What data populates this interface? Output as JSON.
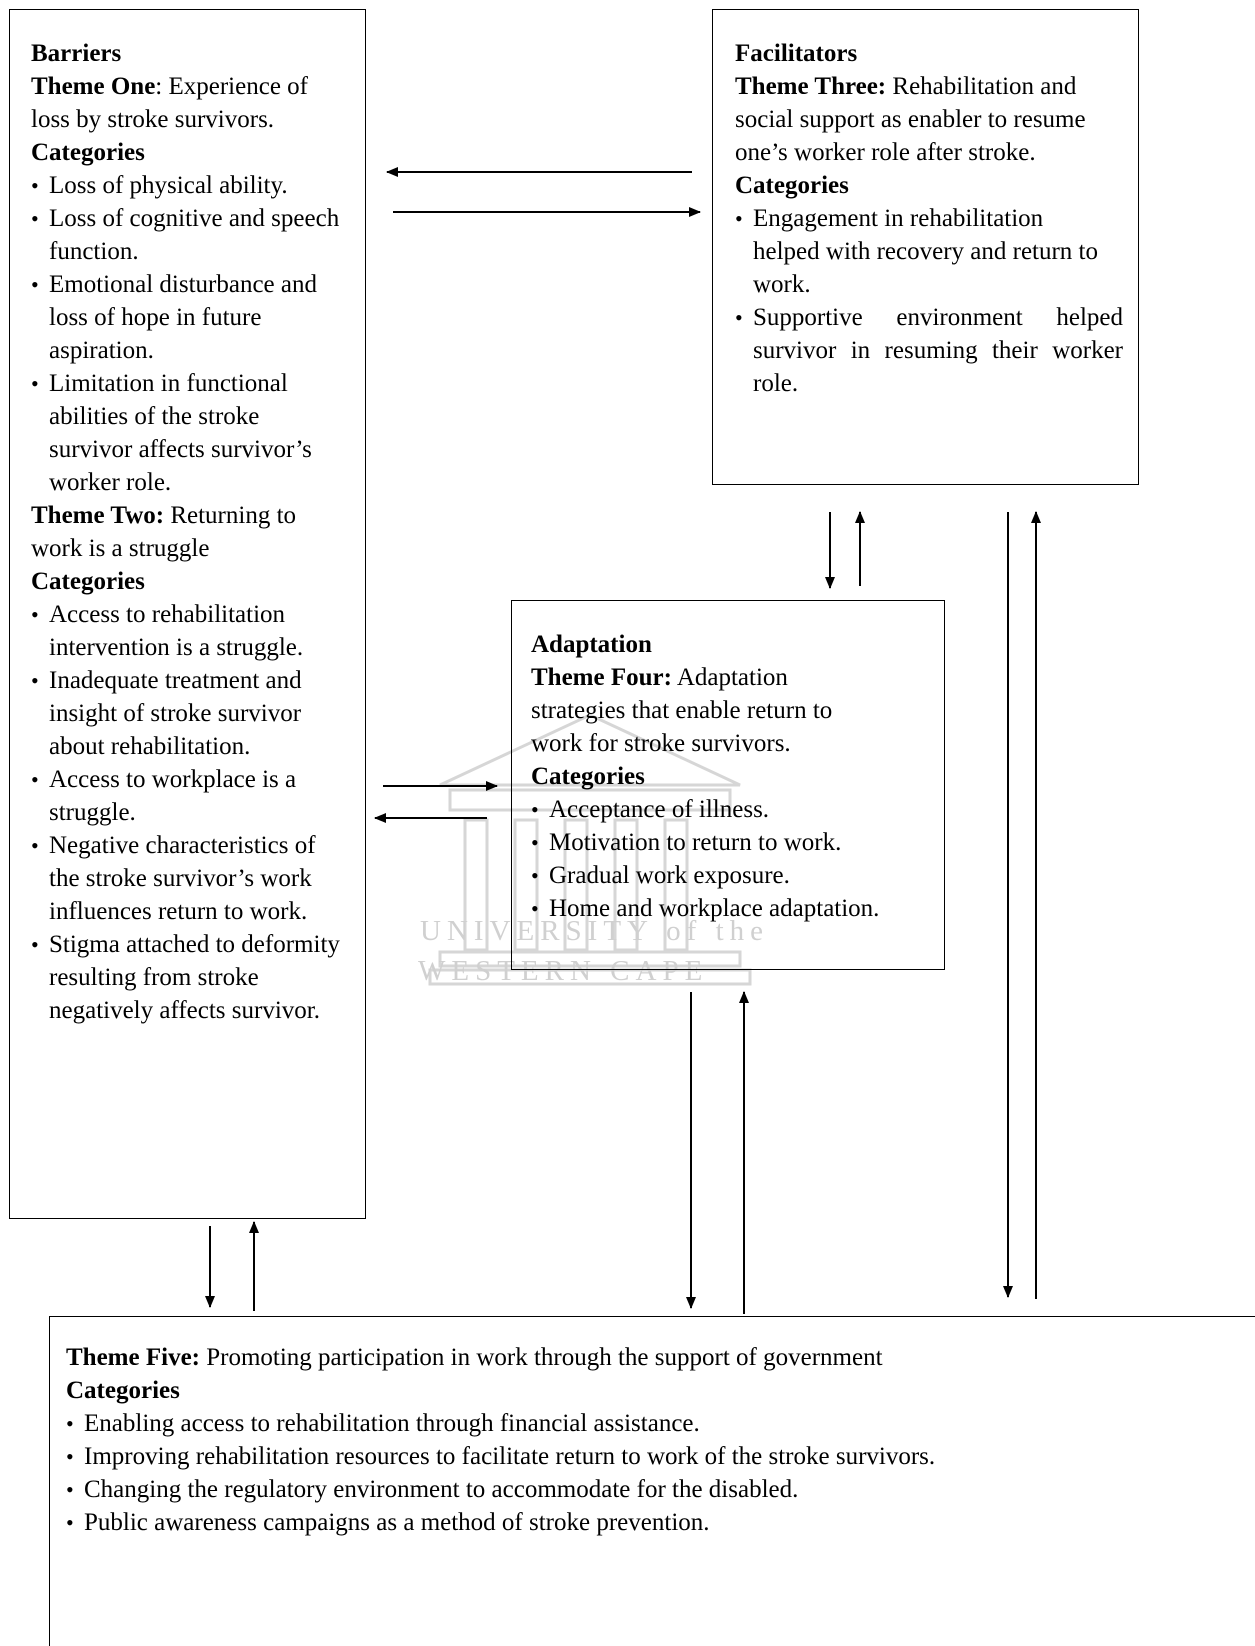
{
  "barriers": {
    "title": "Barriers",
    "theme_one_label": "Theme One",
    "theme_one_text": ": Experience of loss by stroke survivors.",
    "categories_label_1": "Categories",
    "categories_1": [
      "Loss of physical ability.",
      "Loss of cognitive and speech function.",
      "Emotional disturbance and loss of hope in future aspiration.",
      "Limitation in functional abilities of the stroke survivor affects survivor’s worker role."
    ],
    "theme_two_label": "Theme Two:",
    "theme_two_text": " Returning to work is a struggle",
    "categories_label_2": "Categories",
    "categories_2": [
      "Access to rehabilitation intervention is a struggle.",
      "Inadequate treatment and insight of stroke survivor about rehabilitation.",
      "Access to workplace is a struggle.",
      "Negative characteristics of the stroke survivor’s work influences return to work.",
      "Stigma attached to deformity resulting from stroke negatively affects survivor."
    ]
  },
  "facilitators": {
    "title": "Facilitators",
    "theme_label": "Theme Three:",
    "theme_text": " Rehabilitation and social support as enabler to resume one’s worker role after stroke.",
    "categories_label": "Categories",
    "categories": [
      "Engagement in rehabilitation helped with recovery and return to work.",
      "Supportive environment helped survivor in resuming their worker role."
    ]
  },
  "adaptation": {
    "title": "Adaptation",
    "theme_label": "Theme Four:",
    "theme_text": " Adaptation strategies that enable return to work for stroke survivors.",
    "categories_label": "Categories",
    "categories": [
      "Acceptance of illness.",
      "Motivation to return to work.",
      "Gradual work exposure.",
      "Home and workplace adaptation."
    ]
  },
  "theme_five": {
    "theme_label": "Theme Five:",
    "theme_text": " Promoting participation in work through the support of government",
    "categories_label": "Categories",
    "categories": [
      "Enabling access to rehabilitation through financial assistance.",
      "Improving rehabilitation resources to facilitate return to work of the stroke survivors.",
      "Changing the regulatory environment to accommodate for the disabled.",
      "Public awareness campaigns as a method of stroke prevention."
    ]
  },
  "watermark": {
    "line1": "UNIVERSITY of the",
    "line2": "WESTERN CAPE"
  }
}
